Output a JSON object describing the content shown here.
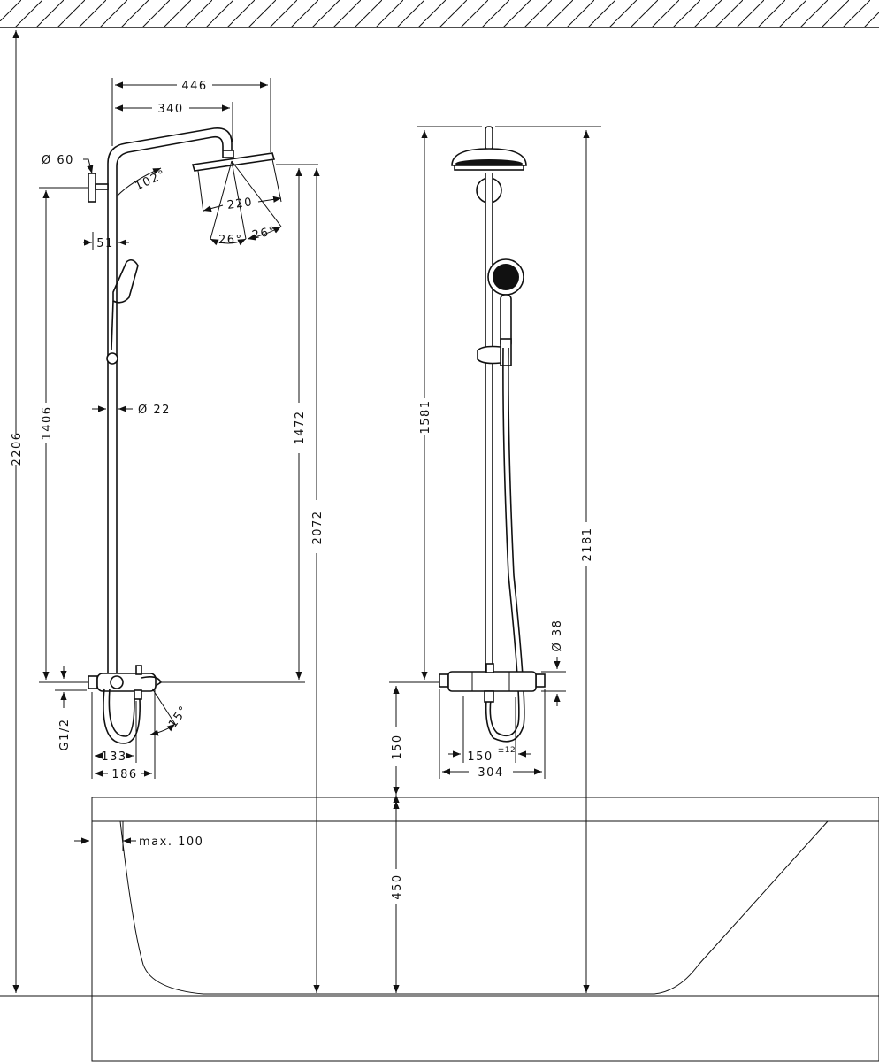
{
  "dimensions": {
    "d2206": "2206",
    "d1406": "1406",
    "d446": "446",
    "d340": "340",
    "d_o60": "Ø 60",
    "d102": "102°",
    "d220": "220",
    "d26a": "26°",
    "d26b": "26°",
    "d51": "51",
    "d_o22": "Ø 22",
    "d1472": "1472",
    "d2072": "2072",
    "dG12": "G1/2",
    "d15": "15°",
    "d133": "133",
    "d186": "186",
    "d1581": "1581",
    "d2181": "2181",
    "d_o38": "Ø 38",
    "d150v": "150",
    "d150h": "150",
    "d150tol": "±12",
    "d304": "304",
    "dmax100": "max. 100",
    "d450": "450"
  },
  "colors": {
    "line": "#111111",
    "background": "#ffffff"
  }
}
